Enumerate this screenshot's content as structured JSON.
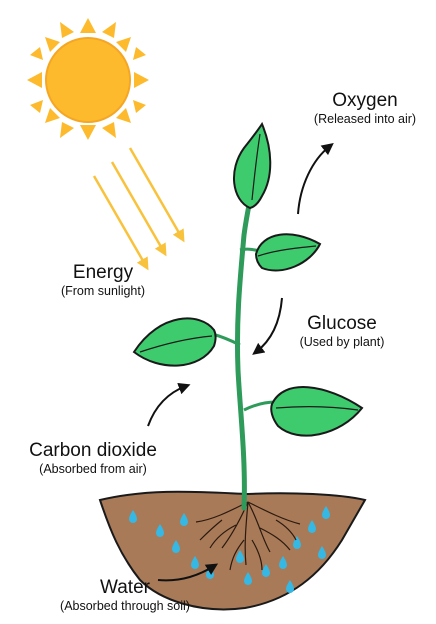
{
  "labels": {
    "oxygen": {
      "title": "Oxygen",
      "subtitle": "(Released into air)"
    },
    "energy": {
      "title": "Energy",
      "subtitle": "(From sunlight)"
    },
    "glucose": {
      "title": "Glucose",
      "subtitle": "(Used by plant)"
    },
    "carbon_dioxide": {
      "title": "Carbon dioxide",
      "subtitle": "(Absorbed from air)"
    },
    "water": {
      "title": "Water",
      "subtitle": "(Absorbed through soil)"
    }
  },
  "colors": {
    "sun": "#FDBA2C",
    "sun_rays": "#FDBA2C",
    "light_beams": "#F9C23C",
    "leaf": "#3DCB6E",
    "leaf_outline": "#1A1A1A",
    "stem": "#2E9B5B",
    "soil": "#A87A58",
    "water_drop": "#35B8E3",
    "arrow": "#111111"
  }
}
